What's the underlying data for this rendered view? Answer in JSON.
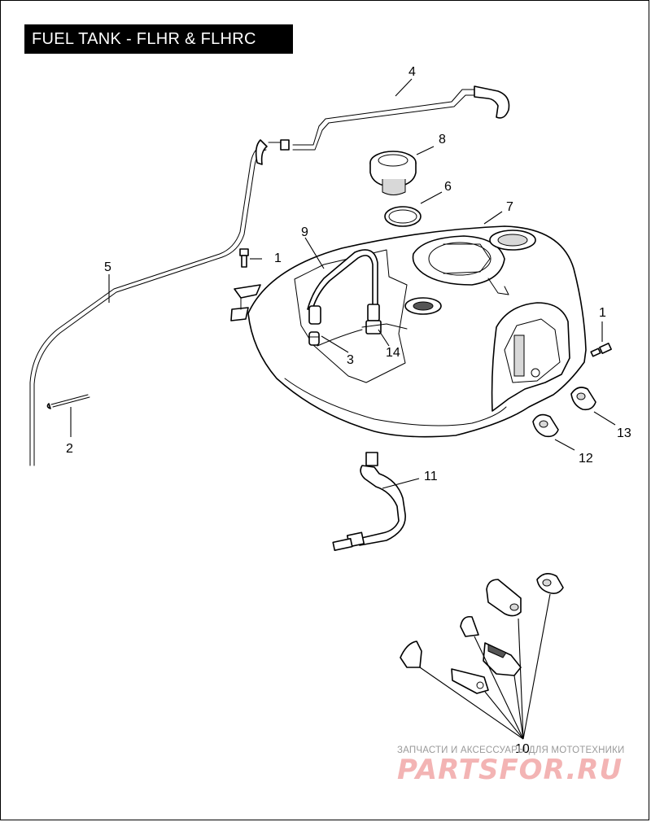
{
  "title": "FUEL TANK - FLHR & FLHRC",
  "callouts": {
    "c1a": "1",
    "c1b": "1",
    "c2": "2",
    "c3": "3",
    "c4": "4",
    "c5": "5",
    "c6": "6",
    "c7": "7",
    "c8": "8",
    "c9": "9",
    "c10": "10",
    "c11": "11",
    "c12": "12",
    "c13": "13",
    "c14": "14"
  },
  "watermark": {
    "tagline": "ЗАПЧАСТИ И АКСЕССУАРЫ ДЛЯ МОТОТЕХНИКИ",
    "logo": "PARTSFOR.RU"
  },
  "colors": {
    "line": "#000000",
    "background": "#ffffff",
    "watermark_logo": "#f3b4b4",
    "watermark_text": "#9a9a9a"
  }
}
